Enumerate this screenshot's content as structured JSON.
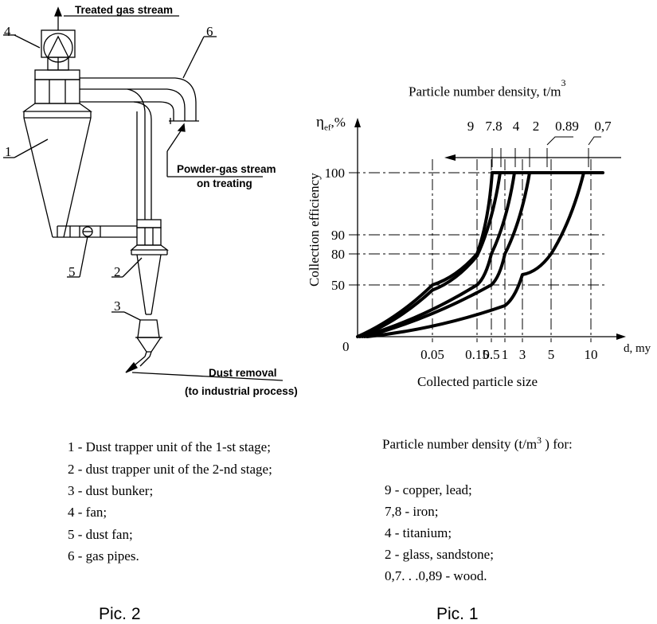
{
  "pic2": {
    "labels": {
      "treated_gas_stream": "Treated gas stream",
      "powder_gas_stream_line1": "Powder-gas stream",
      "powder_gas_stream_line2": "on treating",
      "dust_removal_line1": "Dust removal",
      "dust_removal_line2": "(to industrial process)",
      "n1": "1",
      "n2": "2",
      "n3": "3",
      "n4": "4",
      "n5": "5",
      "n6": "6"
    },
    "legend": [
      "1 - Dust trapper unit of the 1-st stage;",
      "2 - dust trapper unit of the 2-nd stage;",
      "3 - dust bunker;",
      "4 - fan;",
      "5 - dust fan;",
      "6 - gas pipes."
    ],
    "caption": "Pic. 2"
  },
  "pic1": {
    "density_title": "Particle number density,  t/m",
    "density_title_sup": "3",
    "eta_symbol": "η",
    "eta_sub": "ef",
    "eta_unit": ",%",
    "ylabel": "Collection efficiency",
    "xlabel": "Collected particle size",
    "x_unit": "d, my",
    "origin": "0",
    "legend_title": "Particle number density (t/m",
    "legend_title_sup": "3",
    "legend_title_end": ") for:",
    "legend": [
      "9 - copper, lead;",
      "7,8 - iron;",
      "4 - titanium;",
      "2 - glass, sandstone;",
      "0,7. . .0,89 - wood."
    ],
    "caption": "Pic. 1"
  },
  "chart_data": {
    "type": "line",
    "title": "Particle number density,  t/m3",
    "xlabel": "Collected particle size",
    "ylabel": "Collection efficiency",
    "x_ticks": [
      "0.05",
      "0.15",
      "0.5",
      "1",
      "3",
      "5",
      "10"
    ],
    "y_ticks": [
      "50",
      "80",
      "90",
      "100"
    ],
    "density_ticks": [
      "9",
      "7.8",
      "4",
      "2",
      "0.89",
      "0,7"
    ],
    "series": [
      {
        "name": "9",
        "points": [
          [
            0,
            0
          ],
          [
            0.05,
            50
          ],
          [
            0.15,
            80
          ],
          [
            0.5,
            100
          ]
        ]
      },
      {
        "name": "7.8",
        "points": [
          [
            0,
            0
          ],
          [
            0.05,
            45
          ],
          [
            0.15,
            78
          ],
          [
            0.5,
            100
          ]
        ]
      },
      {
        "name": "4",
        "points": [
          [
            0,
            0
          ],
          [
            0.15,
            50
          ],
          [
            0.5,
            80
          ],
          [
            1,
            100
          ]
        ]
      },
      {
        "name": "2",
        "points": [
          [
            0,
            0
          ],
          [
            0.5,
            50
          ],
          [
            1,
            80
          ],
          [
            3,
            100
          ]
        ]
      },
      {
        "name": "0.89",
        "points": [
          [
            0,
            0
          ],
          [
            1,
            30
          ],
          [
            3,
            60
          ],
          [
            5,
            80
          ],
          [
            10,
            100
          ]
        ]
      }
    ],
    "grid": true
  }
}
